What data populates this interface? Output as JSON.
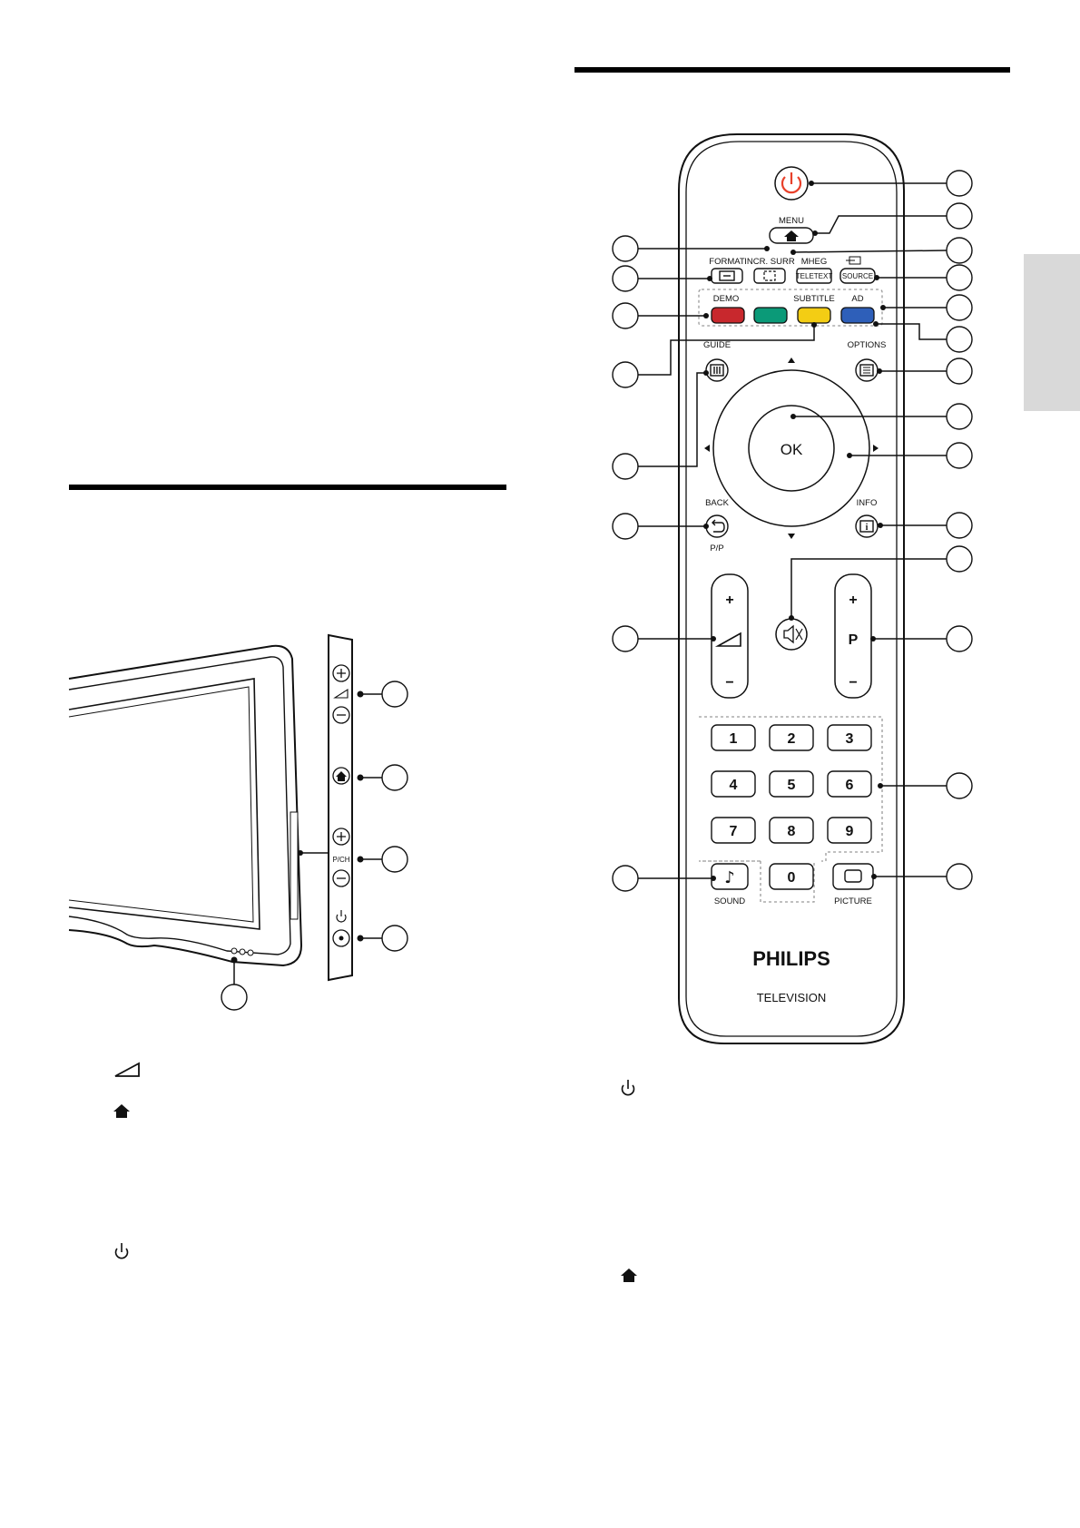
{
  "page": {
    "side_tab_color": "#d9d9d9",
    "rule_color": "#000000"
  },
  "tv_side_panel": {
    "volume_icon": "volume-wedge-icon",
    "home_icon": "home-icon",
    "channel_label": "P/CH",
    "power_icon": "power-icon"
  },
  "remote": {
    "menu_label": "MENU",
    "format_label": "FORMAT",
    "incr_surr_label": "INCR. SURR",
    "mheg_label": "MHEG",
    "teletext_label": "TELETEXT",
    "source_label": "SOURCE",
    "demo_label": "DEMO",
    "subtitle_label": "SUBTITLE",
    "ad_label": "AD",
    "guide_label": "GUIDE",
    "options_label": "OPTIONS",
    "ok_label": "OK",
    "back_label": "BACK",
    "pp_label": "P/P",
    "info_label": "INFO",
    "program_label": "P",
    "plus_sign": "+",
    "minus_sign": "−",
    "digits": [
      "1",
      "2",
      "3",
      "4",
      "5",
      "6",
      "7",
      "8",
      "9",
      "0"
    ],
    "sound_label": "SOUND",
    "picture_label": "PICTURE",
    "brand": "PHILIPS",
    "product": "TELEVISION",
    "color_keys": {
      "red": "#c8282d",
      "green": "#0b9a78",
      "yellow": "#f3cd14",
      "blue": "#2e5fb9"
    },
    "power_color": "#e8402a"
  },
  "legend_icons": {
    "left": [
      "volume-wedge-icon",
      "home-icon",
      "power-icon"
    ],
    "right": [
      "power-icon",
      "home-icon"
    ]
  }
}
